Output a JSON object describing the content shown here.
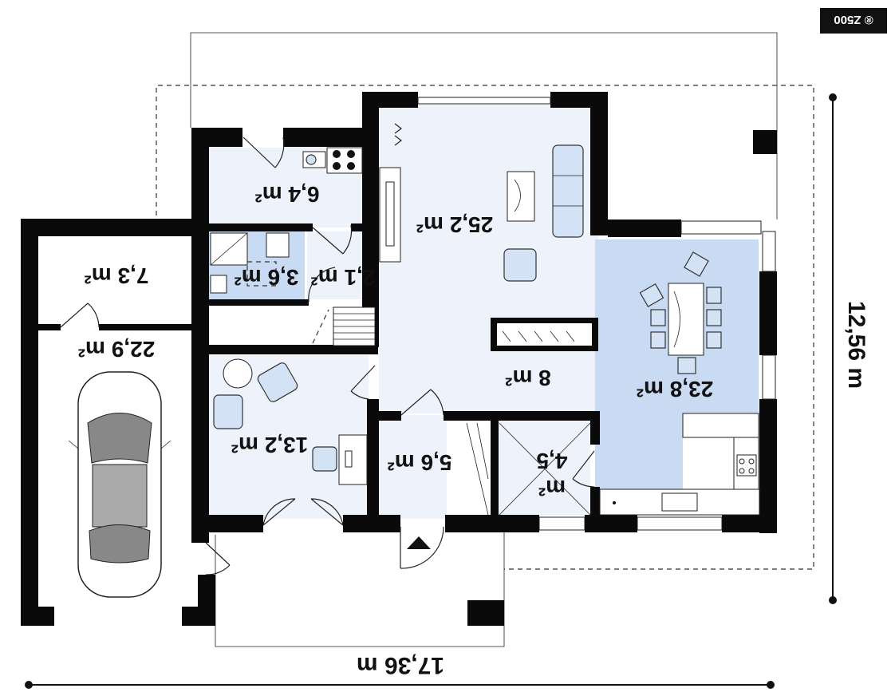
{
  "badge": "® Z500",
  "rooms": {
    "garage_storage": "7,3 m²",
    "garage": "22,9 m²",
    "utility": "6,4 m²",
    "bathroom": "3,6 m²",
    "hall_small": "2,1 m²",
    "living": "25,2 m²",
    "hall": "8 m²",
    "dining_kitchen": "23,8 m²",
    "study": "13,2 m²",
    "entry": "5,6 m²",
    "pantry_a": "4,5",
    "pantry_b": "m²"
  },
  "dimensions": {
    "width": "17,36 m",
    "depth": "12,56 m"
  },
  "colors": {
    "wall": "#0a0a0a",
    "room_light": "#eef3fb",
    "room_blue": "#c9daf3",
    "furniture": "#d4e2f6"
  }
}
